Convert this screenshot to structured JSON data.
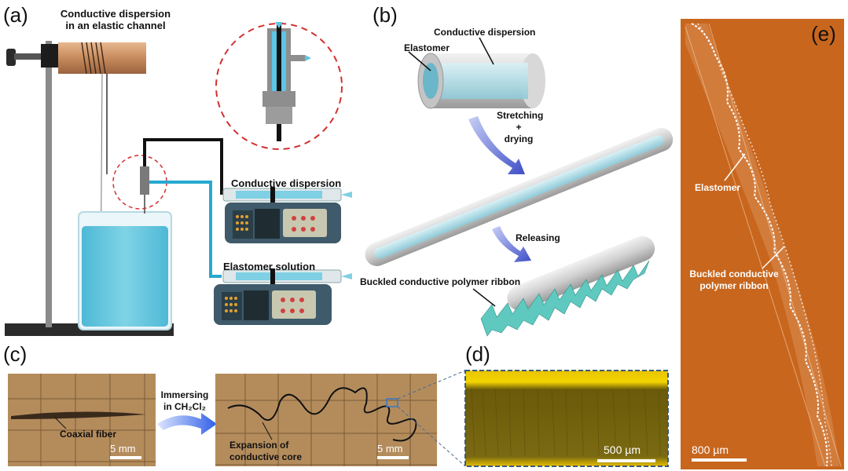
{
  "panels": {
    "a": "(a)",
    "b": "(b)",
    "c": "(c)",
    "d": "(d)",
    "e": "(e)"
  },
  "panel_a": {
    "dispersion_channel_line1": "Conductive dispersion",
    "dispersion_channel_line2": "in an elastic channel",
    "pump1_label": "Conductive dispersion",
    "pump2_label": "Elastomer solution"
  },
  "panel_b": {
    "elastomer": "Elastomer",
    "conductive_dispersion": "Conductive dispersion",
    "step1_line1": "Stretching",
    "step1_line2": "+",
    "step1_line3": "drying",
    "step2": "Releasing",
    "ribbon": "Buckled conductive polymer ribbon"
  },
  "panel_c": {
    "coaxial_fiber": "Coaxial fiber",
    "scale_left": "5 mm",
    "immersing_line1": "Immersing",
    "immersing_line2": "in CH₂Cl₂",
    "expansion_line1": "Expansion of",
    "expansion_line2": "conductive core",
    "scale_right": "5 mm"
  },
  "panel_d": {
    "scale": "500 µm"
  },
  "panel_e": {
    "elastomer": "Elastomer",
    "ribbon_line1": "Buckled conductive",
    "ribbon_line2": "polymer  ribbon",
    "scale": "800 µm"
  },
  "colors": {
    "orange_bg": "#c8661e",
    "paper": "#b48c5c",
    "liquid_blue": "#5fc5dc",
    "dashed_red": "#d23030",
    "pump_body": "#3f5a6a",
    "micrograph_yellow": "#d8b800"
  }
}
